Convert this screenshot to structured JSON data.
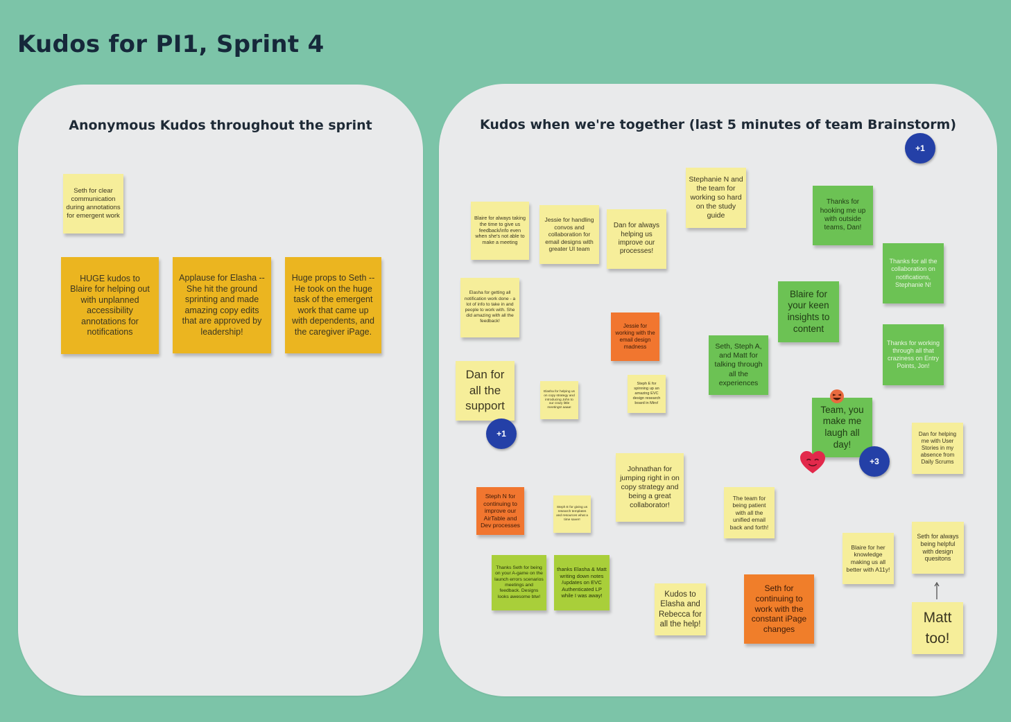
{
  "title": "Kudos for PI1, Sprint 4",
  "colors": {
    "background": "#7cc4a8",
    "panel": "#e9eaeb",
    "yellow_note": "#f6ee9a",
    "orange_note": "#ebb520",
    "green_note": "#6cc254",
    "lime_note": "#a9cf3a",
    "red_orange_note": "#f1762f",
    "vote_dot": "#2440a7"
  },
  "left_panel": {
    "title": "Anonymous Kudos throughout the sprint",
    "notes": [
      "Seth for clear communication during annotations for emergent work",
      "HUGE kudos to Blaire for helping out with unplanned accessibility annotations for notifications",
      "Applause for Elasha -- She hit the ground sprinting and made amazing copy edits that are approved by leadership!",
      "Huge props to Seth -- He took on the huge task of the emergent work that came up with dependents, and the caregiver iPage."
    ]
  },
  "right_panel": {
    "title": "Kudos when we're together (last 5 minutes of team Brainstorm)",
    "notes": [
      "Blaire for always taking the time to give us feedback/info even when she's not able to make a meeting",
      "Jessie for handling convos and collaboration for email designs with greater UI team",
      "Dan for always helping us improve our processes!",
      "Stephanie N and the team for working so hard on the study guide",
      "Thanks for hooking me up with outside teams, Dan!",
      "Thanks for all the collaboration on notifications, Stephanie N!",
      "Elasha for getting all notification work done - a lot of info to take in and people to work with. She did amazing with all the feedback!",
      "Jessie for working with the email design madness",
      "Blaire for your keen insights to content",
      "Seth, Steph A, and Matt for talking through all the experiences",
      "Thanks for working through all that craziness on Entry Points, Jon!",
      "Dan for all the support",
      "Elasha for helping us on copy strategy and introducing John to our crazy little meetings! aaaa!",
      "Steph E for spinning up an amazing EVC design research board in Miro!",
      "Team, you make me laugh all day!",
      "Dan for helping me with User Stories in my absence from Daily Scrums",
      "Johnathan for jumping right in on copy strategy and being a great collaborator!",
      "Steph N for continuing to improve our AirTable and Dev processes",
      "Steph E for giving us research templates and resources what a time saver!",
      "The team for being patient with all the unified email back and forth!",
      "Blaire for her knowledge making us all better with A11y!",
      "Seth for always being helpful with design quesitons",
      "Thanks Seth for being on your A-game on the launch errors scenarios meetings and feedback. Designs looks awesome btw!",
      "thanks Elasha & Matt writing down notes /updates on EVC Authenticated LP while I was away!",
      "Kudos to Elasha and Rebecca for all the help!",
      "Seth for continuing to work with the constant iPage changes",
      "Matt too!"
    ],
    "votes": [
      "+1",
      "+1",
      "+3"
    ],
    "reactions": [
      "heart-face-emoji",
      "laughing-face-emoji"
    ]
  }
}
